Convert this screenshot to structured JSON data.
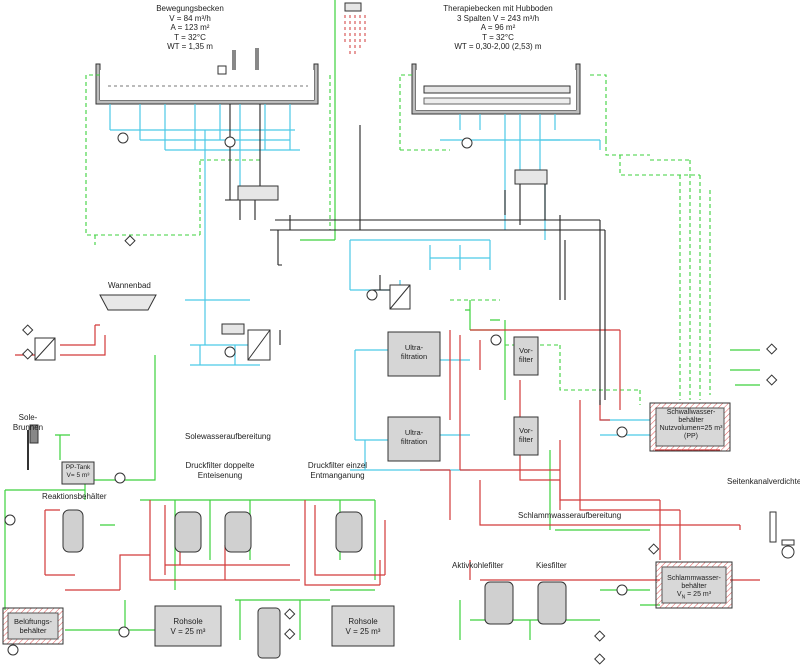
{
  "pools": {
    "bewegung": {
      "title": "Bewegungsbecken",
      "flow": "V = 84 m³/h",
      "area": "A = 123 m²",
      "temp": "T = 32°C",
      "depth": "WT = 1,35 m"
    },
    "therapie": {
      "title": "Therapiebecken mit Hubboden",
      "flow": "3 Spalten V = 243 m³/h",
      "area": "A = 96 m²",
      "temp": "T = 32°C",
      "depth": "WT = 0,30-2,00 (2,53) m"
    }
  },
  "labels": {
    "wannenbad": "Wannenbad",
    "sole_brunnen_1": "Sole-",
    "sole_brunnen_2": "Brunnen",
    "pp_tank_1": "PP-Tank",
    "pp_tank_2": "V= 5 m³",
    "reaktionsbehaelter": "Reaktionsbehälter",
    "soleaufbereitung": "Solewasseraufbereitung",
    "druckfilter_doppelt_1": "Druckfilter doppelte",
    "druckfilter_doppelt_2": "Enteisenung",
    "druckfilter_einzel_1": "Druckfilter einzel",
    "druckfilter_einzel_2": "Entmanganung",
    "belueftung_1": "Belüftungs-",
    "belueftung_2": "behälter",
    "rohsole1_1": "Rohsole",
    "rohsole1_2": "V = 25 m³",
    "rohsole2_1": "Rohsole",
    "rohsole2_2": "V = 25 m³",
    "ultra_1a": "Ultra-",
    "ultra_1b": "filtration",
    "ultra_2a": "Ultra-",
    "ultra_2b": "filtration",
    "vor_1a": "Vor-",
    "vor_1b": "filter",
    "vor_2a": "Vor-",
    "vor_2b": "filter",
    "schwall_1": "Schwallwasser-",
    "schwall_2": "behälter",
    "schwall_3": "Nutzvolumen=25 m³",
    "schwall_4": "(PP)",
    "seitenkanal": "Seitenkanalverdichter",
    "schlammaufbereitung": "Schlammwasseraufbereitung",
    "aktivkohle": "Aktivkohlefilter",
    "kiesfilter": "Kiesfilter",
    "schlamm_1": "Schlammwasser-",
    "schlamm_2": "behälter",
    "schlamm_3": "V",
    "schlamm_3_sub": "N",
    "schlamm_3_rest": " = 25 m³"
  },
  "colors": {
    "cyan": "#4cc9e6",
    "green": "#3dd13d",
    "red": "#d23a3a",
    "black": "#222222",
    "box_fill": "#d9d9d9",
    "hatch": "#e05a5a"
  }
}
